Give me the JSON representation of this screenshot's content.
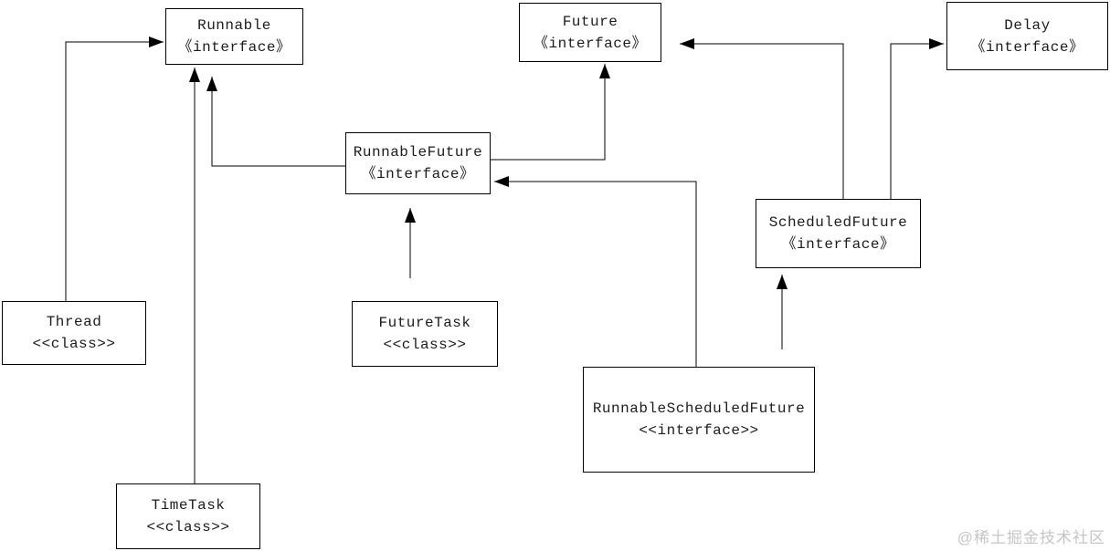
{
  "diagram": {
    "nodes": {
      "runnable": {
        "name": "Runnable",
        "stereotype": "《interface》"
      },
      "future": {
        "name": "Future",
        "stereotype": "《interface》"
      },
      "delay": {
        "name": "Delay",
        "stereotype": "《interface》"
      },
      "runnable_future": {
        "name": "RunnableFuture",
        "stereotype": "《interface》"
      },
      "scheduled_future": {
        "name": "ScheduledFuture",
        "stereotype": "《interface》"
      },
      "thread": {
        "name": "Thread",
        "stereotype": "<<class>>"
      },
      "future_task": {
        "name": "FutureTask",
        "stereotype": "<<class>>"
      },
      "runnable_scheduled_future": {
        "name": "RunnableScheduledFuture",
        "stereotype": "<<interface>>"
      },
      "time_task": {
        "name": "TimeTask",
        "stereotype": "<<class>>"
      }
    },
    "edges": [
      {
        "from": "Thread",
        "to": "Runnable"
      },
      {
        "from": "TimeTask",
        "to": "Runnable"
      },
      {
        "from": "RunnableFuture",
        "to": "Runnable"
      },
      {
        "from": "RunnableFuture",
        "to": "Future"
      },
      {
        "from": "FutureTask",
        "to": "RunnableFuture"
      },
      {
        "from": "ScheduledFuture",
        "to": "Future"
      },
      {
        "from": "ScheduledFuture",
        "to": "Delay"
      },
      {
        "from": "RunnableScheduledFuture",
        "to": "RunnableFuture"
      },
      {
        "from": "RunnableScheduledFuture",
        "to": "ScheduledFuture"
      }
    ],
    "watermark": "@稀土掘金技术社区",
    "colors": {
      "line": "#000000",
      "box_border": "#000000",
      "background": "#ffffff",
      "watermark": "#c6c6c6"
    }
  }
}
